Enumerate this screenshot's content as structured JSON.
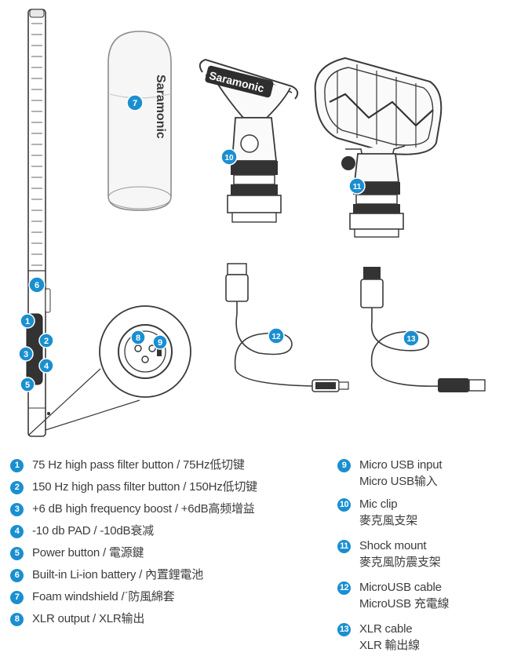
{
  "colors": {
    "accent": "#1a8fd0",
    "line": "#3a3a3a",
    "text": "#3c3c3c"
  },
  "product_labels": {
    "brand_windshield": "Saramonic",
    "brand_clip": "Saramonic"
  },
  "callouts": [
    "1",
    "2",
    "3",
    "4",
    "5",
    "6",
    "7",
    "8",
    "9",
    "10",
    "11",
    "12",
    "13"
  ],
  "legend_left": [
    {
      "num": "1",
      "text": "75 Hz high pass filter button / 75Hz低切键"
    },
    {
      "num": "2",
      "text": "150 Hz high pass filter button / 150Hz低切键"
    },
    {
      "num": "3",
      "text": "+6 dB high frequency boost / +6dB高频增益"
    },
    {
      "num": "4",
      "text": "-10 db PAD / -10dB衰减"
    },
    {
      "num": "5",
      "text": "Power button / 電源鍵"
    },
    {
      "num": "6",
      "text": "Built-in Li-ion battery / 內置鋰電池"
    },
    {
      "num": "7",
      "text": "Foam windshield /ˊ防風綿套"
    },
    {
      "num": "8",
      "text": "XLR output / XLR输出"
    }
  ],
  "legend_right": [
    {
      "num": "9",
      "line1": "Micro USB input",
      "line2": "Micro USB输入"
    },
    {
      "num": "10",
      "line1": "Mic clip",
      "line2": "麥克風支架"
    },
    {
      "num": "11",
      "line1": "Shock mount",
      "line2": "麥克風防震支架"
    },
    {
      "num": "12",
      "line1": "MicroUSB cable",
      "line2": "MicroUSB 充電線"
    },
    {
      "num": "13",
      "line1": "XLR cable",
      "line2": "XLR 輸出線"
    }
  ]
}
